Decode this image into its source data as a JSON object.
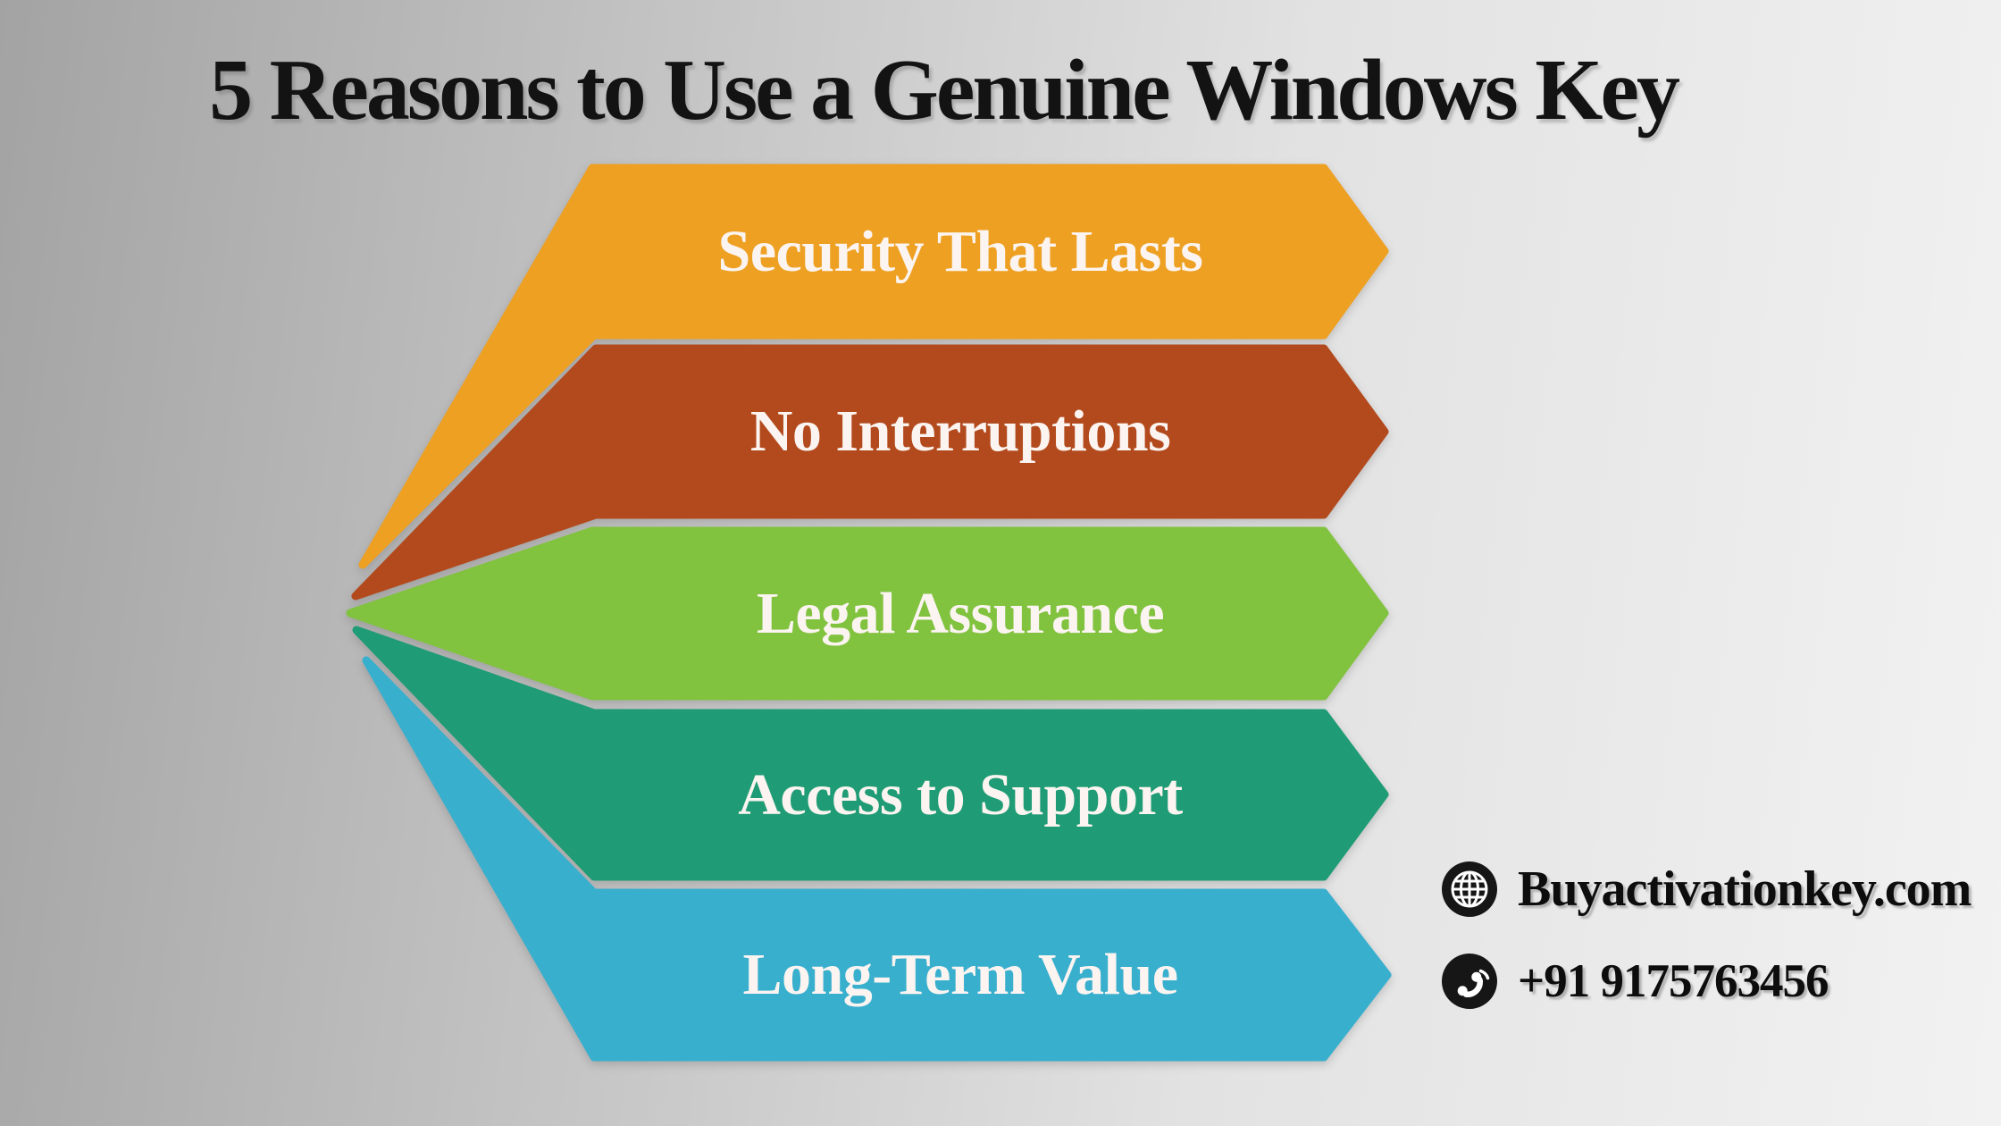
{
  "title": "5 Reasons to Use a Genuine Windows Key",
  "banners": [
    {
      "label": "Security That Lasts",
      "color": "#EEA023"
    },
    {
      "label": "No Interruptions",
      "color": "#B34A1D"
    },
    {
      "label": "Legal Assurance",
      "color": "#81C23F"
    },
    {
      "label": "Access to Support",
      "color": "#1F9C75"
    },
    {
      "label": "Long-Term Value",
      "color": "#39AFCE"
    }
  ],
  "contact": {
    "website": {
      "icon": "globe-icon",
      "text": "Buyactivationkey.com"
    },
    "phone": {
      "icon": "phone-icon",
      "text": "+91 9175763456"
    }
  },
  "colors": {
    "bg-left": "#a3a3a3",
    "bg-right": "#f2f2f2",
    "title-text": "#131313",
    "banner-text": "#fbf4f0",
    "contact-text": "#0d0d0d",
    "icon-bg": "#161616",
    "icon-glyph": "#ffffff"
  }
}
